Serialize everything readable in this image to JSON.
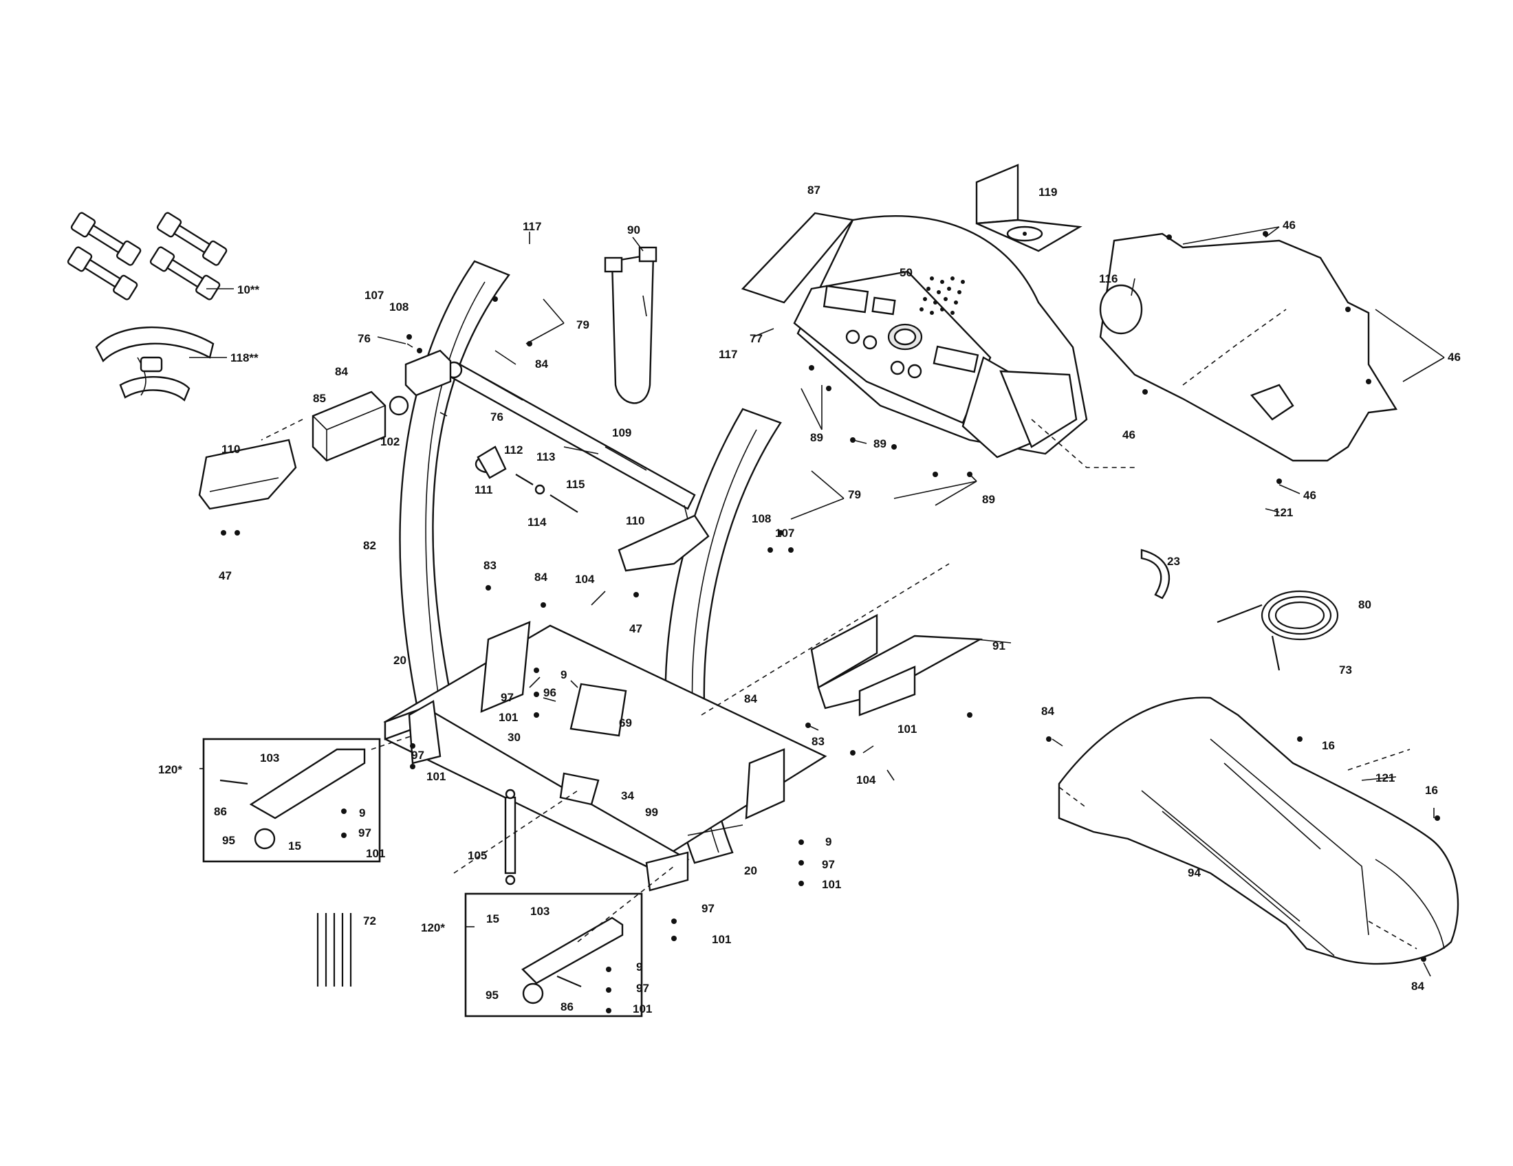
{
  "labels": [
    {
      "id": "c1",
      "text": "10**"
    },
    {
      "id": "c2",
      "text": "118**"
    },
    {
      "id": "c3",
      "text": "117"
    },
    {
      "id": "c4",
      "text": "90"
    },
    {
      "id": "c5",
      "text": "79"
    },
    {
      "id": "c6",
      "text": "107"
    },
    {
      "id": "c7",
      "text": "108"
    },
    {
      "id": "c8",
      "text": "76"
    },
    {
      "id": "c9",
      "text": "84"
    },
    {
      "id": "c10",
      "text": "84"
    },
    {
      "id": "c11",
      "text": "85"
    },
    {
      "id": "c12",
      "text": "76"
    },
    {
      "id": "c13",
      "text": "102"
    },
    {
      "id": "c14",
      "text": "109"
    },
    {
      "id": "c15",
      "text": "112"
    },
    {
      "id": "c16",
      "text": "113"
    },
    {
      "id": "c17",
      "text": "111"
    },
    {
      "id": "c18",
      "text": "115"
    },
    {
      "id": "c19",
      "text": "114"
    },
    {
      "id": "c20",
      "text": "110"
    },
    {
      "id": "c21",
      "text": "47"
    },
    {
      "id": "c22",
      "text": "82"
    },
    {
      "id": "c23",
      "text": "87"
    },
    {
      "id": "c24",
      "text": "50"
    },
    {
      "id": "c25",
      "text": "77"
    },
    {
      "id": "c26",
      "text": "117"
    },
    {
      "id": "c27",
      "text": "89"
    },
    {
      "id": "c28",
      "text": "89"
    },
    {
      "id": "c29",
      "text": "79"
    },
    {
      "id": "c30",
      "text": "89"
    },
    {
      "id": "c31",
      "text": "119"
    },
    {
      "id": "c32",
      "text": "46"
    },
    {
      "id": "c33",
      "text": "116"
    },
    {
      "id": "c34",
      "text": "46"
    },
    {
      "id": "c35",
      "text": "46"
    },
    {
      "id": "c36",
      "text": "46"
    },
    {
      "id": "c37",
      "text": "121"
    },
    {
      "id": "c38",
      "text": "110"
    },
    {
      "id": "c39",
      "text": "108"
    },
    {
      "id": "c40",
      "text": "107"
    },
    {
      "id": "c41",
      "text": "47"
    },
    {
      "id": "c42",
      "text": "83"
    },
    {
      "id": "c43",
      "text": "84"
    },
    {
      "id": "c44",
      "text": "104"
    },
    {
      "id": "c45",
      "text": "23"
    },
    {
      "id": "c46",
      "text": "80"
    },
    {
      "id": "c47",
      "text": "73"
    },
    {
      "id": "c48",
      "text": "91"
    },
    {
      "id": "c49",
      "text": "20"
    },
    {
      "id": "c50",
      "text": "9"
    },
    {
      "id": "c51",
      "text": "97"
    },
    {
      "id": "c52",
      "text": "96"
    },
    {
      "id": "c53",
      "text": "101"
    },
    {
      "id": "c54",
      "text": "30"
    },
    {
      "id": "c55",
      "text": "69"
    },
    {
      "id": "c56",
      "text": "84"
    },
    {
      "id": "c57",
      "text": "101"
    },
    {
      "id": "c58",
      "text": "84"
    },
    {
      "id": "c59",
      "text": "16"
    },
    {
      "id": "c60",
      "text": "120*"
    },
    {
      "id": "c61",
      "text": "103"
    },
    {
      "id": "c62",
      "text": "97"
    },
    {
      "id": "c63",
      "text": "101"
    },
    {
      "id": "c64",
      "text": "83"
    },
    {
      "id": "c65",
      "text": "104"
    },
    {
      "id": "c66",
      "text": "121"
    },
    {
      "id": "c67",
      "text": "16"
    },
    {
      "id": "c68",
      "text": "86"
    },
    {
      "id": "c69",
      "text": "9"
    },
    {
      "id": "c70",
      "text": "97"
    },
    {
      "id": "c71",
      "text": "95"
    },
    {
      "id": "c72",
      "text": "15"
    },
    {
      "id": "c73",
      "text": "101"
    },
    {
      "id": "c74",
      "text": "34"
    },
    {
      "id": "c75",
      "text": "99"
    },
    {
      "id": "c76",
      "text": "9"
    },
    {
      "id": "c77",
      "text": "97"
    },
    {
      "id": "c78",
      "text": "101"
    },
    {
      "id": "c79",
      "text": "105"
    },
    {
      "id": "c80",
      "text": "20"
    },
    {
      "id": "c81",
      "text": "94"
    },
    {
      "id": "c82",
      "text": "72"
    },
    {
      "id": "c83",
      "text": "120*"
    },
    {
      "id": "c84",
      "text": "15"
    },
    {
      "id": "c85",
      "text": "103"
    },
    {
      "id": "c86",
      "text": "97"
    },
    {
      "id": "c87",
      "text": "101"
    },
    {
      "id": "c88",
      "text": "9"
    },
    {
      "id": "c89",
      "text": "97"
    },
    {
      "id": "c90",
      "text": "95"
    },
    {
      "id": "c91",
      "text": "86"
    },
    {
      "id": "c92",
      "text": "101"
    },
    {
      "id": "c93",
      "text": "84"
    }
  ]
}
